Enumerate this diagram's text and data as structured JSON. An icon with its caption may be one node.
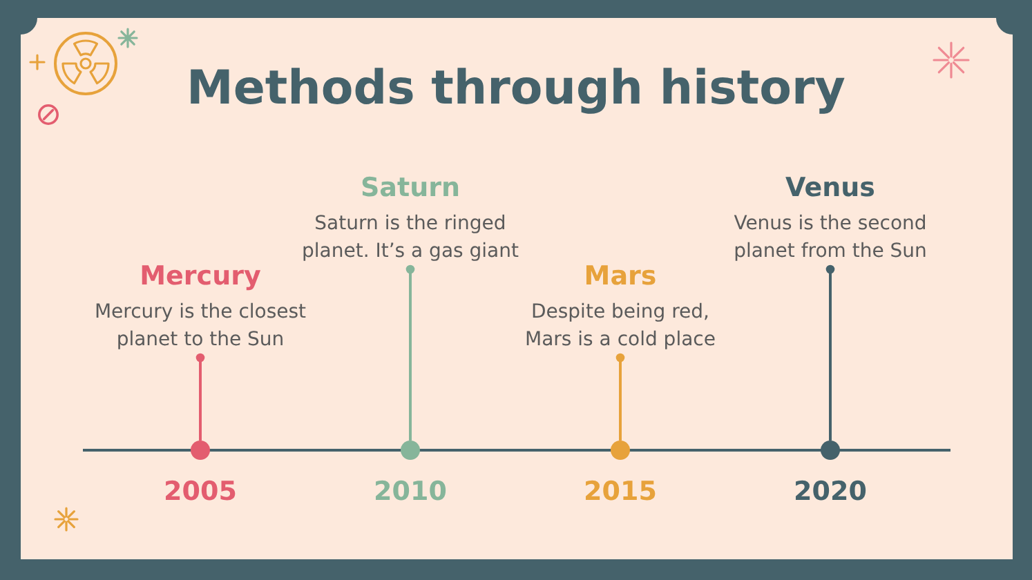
{
  "diagram": {
    "title": "Methods through history",
    "nodes": [
      {
        "text": [
          "Mercury",
          "Mercury is the closest planet to the Sun"
        ]
      },
      {
        "text": [],
        "shape": "circle",
        "beside": [
          "2005"
        ]
      },
      {
        "text": [
          "Saturn",
          "Saturn is the ringed planet. It’s a gas giant"
        ]
      },
      {
        "text": [],
        "shape": "circle",
        "beside": [
          "2010"
        ]
      },
      {
        "text": [
          "Mars",
          "Despite being red, Mars is a cold place"
        ]
      },
      {
        "text": [],
        "shape": "circle",
        "beside": [
          "2015"
        ]
      },
      {
        "text": [
          "Venus",
          "Venus is the second planet from the Sun"
        ]
      },
      {
        "text": [],
        "shape": "circle",
        "beside": [
          "2020"
        ]
      }
    ],
    "edges": [
      {
        "from": 0,
        "to": 1,
        "arrow": "other",
        "color": "#e35d6f"
      },
      {
        "from": 2,
        "to": 3,
        "arrow": "other",
        "color": "#86b59a"
      },
      {
        "from": 4,
        "to": 5,
        "arrow": "other",
        "color": "#e7a23b"
      },
      {
        "from": 6,
        "to": 7,
        "arrow": "other",
        "color": "#45626b"
      }
    ]
  }
}
